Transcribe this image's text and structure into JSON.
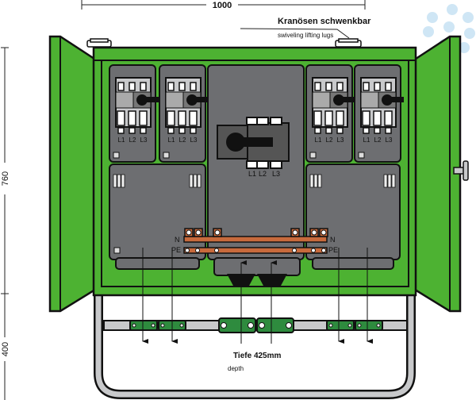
{
  "dimensions": {
    "width_label": "1000",
    "height_label": "760",
    "frame_height_label": "400"
  },
  "annotations": {
    "lifting_lugs_de": "Kranösen schwenkbar",
    "lifting_lugs_en": "swiveling lifting lugs",
    "depth_de": "Tiefe 425mm",
    "depth_en": "depth"
  },
  "terminals": {
    "phase_labels": [
      "L1",
      "L2",
      "L3"
    ],
    "neutral": "N",
    "protective_earth": "PE"
  },
  "colors": {
    "enclosure_green": "#4db232",
    "panel_gray": "#6d6e71",
    "busbar_copper": "#c86a3c",
    "rail_green": "#2e8b3e",
    "frame_gray": "#c8c9cb",
    "watermark": "#cfe6f5"
  }
}
